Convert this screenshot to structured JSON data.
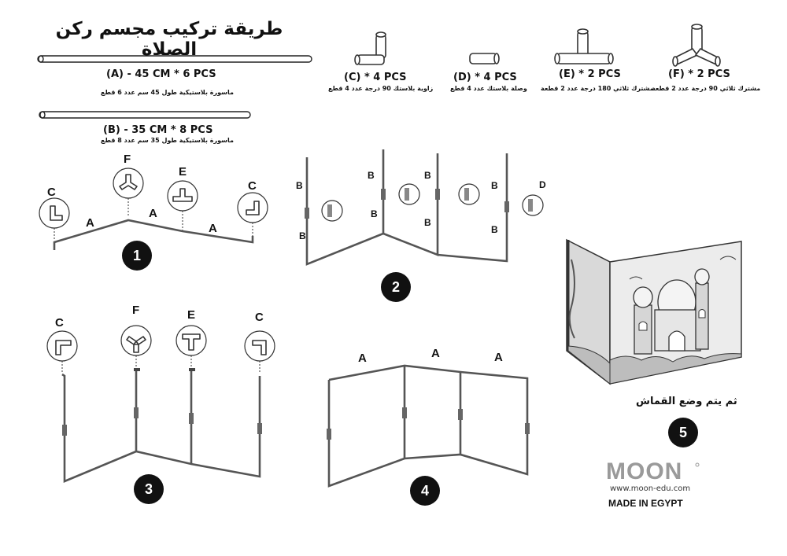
{
  "title": "طريقة تركيب مجسم ركن الصلاة",
  "parts": {
    "A": {
      "en": "(A)  - 45 CM * 6 PCS",
      "ar": "ماسورة بلاستيكية طول 45 سم عدد 6 قطع"
    },
    "B": {
      "en": "(B) - 35 CM * 8 PCS",
      "ar": "ماسورة بلاستيكية طول 35 سم عدد 8 قطع"
    },
    "C": {
      "en": "(C)  * 4 PCS",
      "ar": "زاوية بلاستك 90 درجة عدد 4 قطع"
    },
    "D": {
      "en": "(D)  * 4 PCS",
      "ar": "وصلة بلاستك عدد 4 قطع"
    },
    "E": {
      "en": "(E)  * 2 PCS",
      "ar": "مشترك ثلاثي 180 درجة عدد 2 قطعة"
    },
    "F": {
      "en": "(F)  * 2 PCS",
      "ar": "مشترك ثلاثي 90 درجة عدد 2 قطعة"
    }
  },
  "steps": [
    "1",
    "2",
    "3",
    "4",
    "5"
  ],
  "letters": {
    "A": "A",
    "B": "B",
    "C": "C",
    "D": "D",
    "E": "E",
    "F": "F"
  },
  "fabric_note": "ثم يتم وضع القماش",
  "brand": {
    "name": "MOON",
    "website": "www.moon-edu.com",
    "made_in": "MADE IN EGYPT"
  }
}
